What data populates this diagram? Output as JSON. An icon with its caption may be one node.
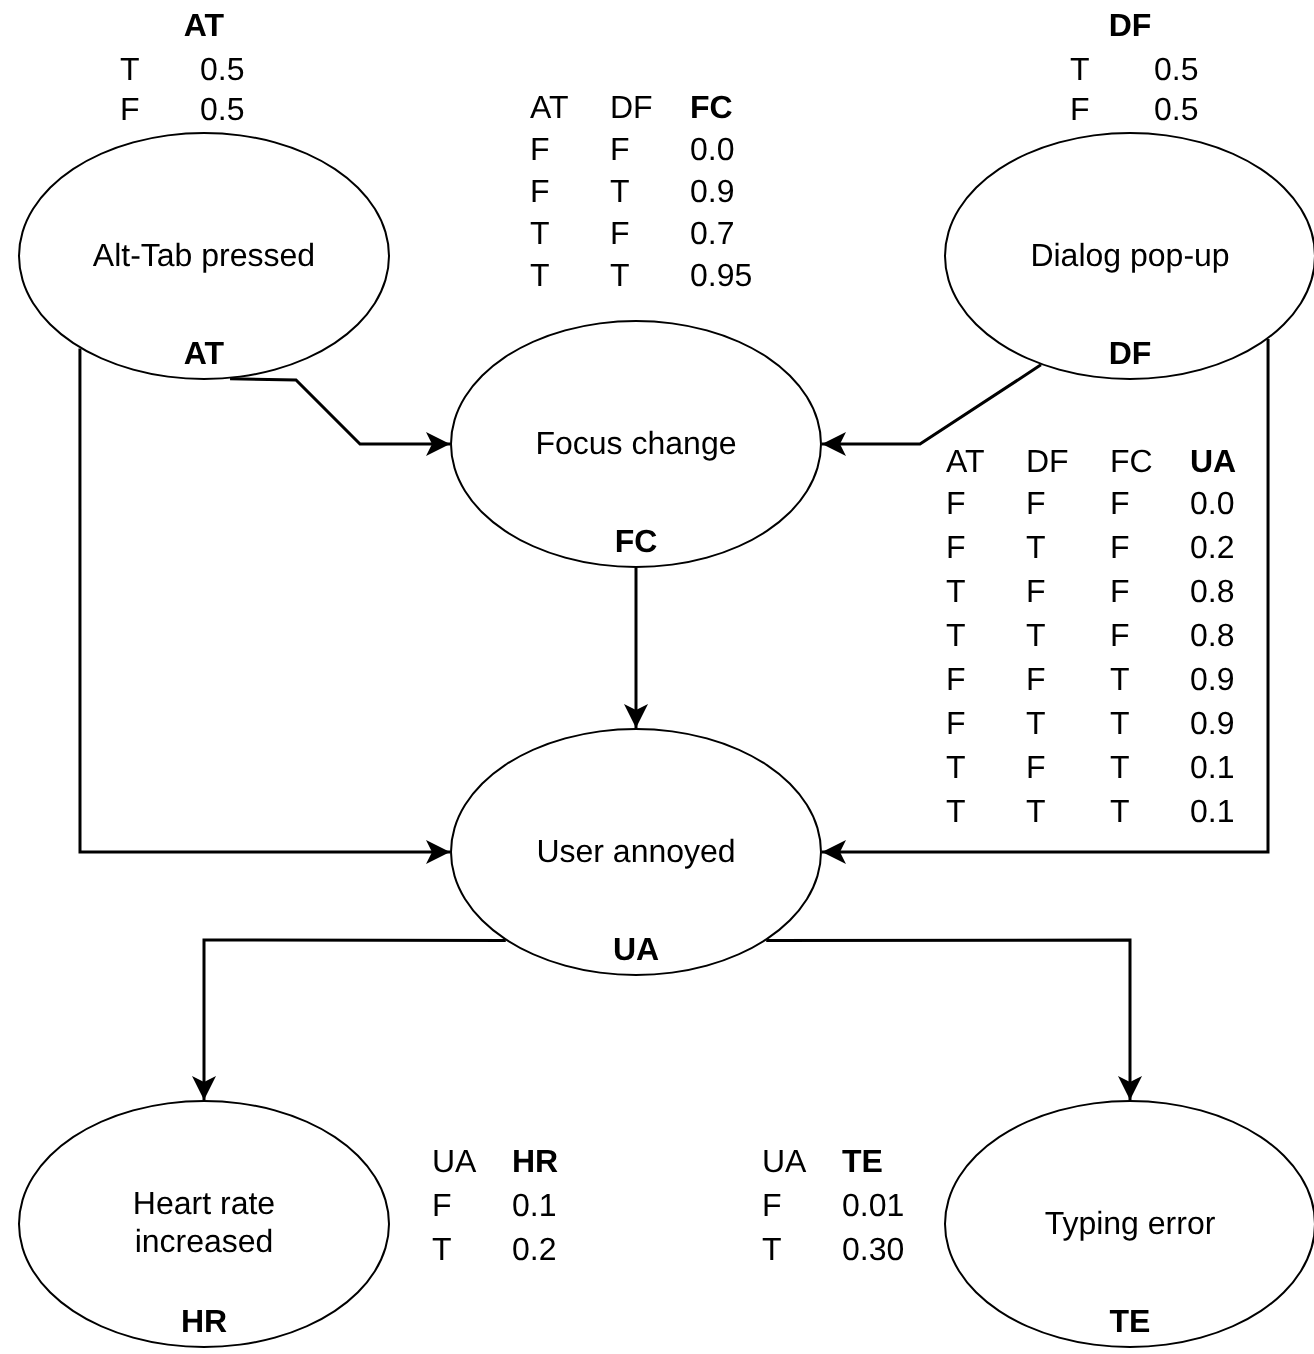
{
  "diagram": {
    "nodes": [
      {
        "text": [
          "Alt-Tab pressed",
          "AT"
        ]
      },
      {
        "text": [
          "Dialog pop-up",
          "DF"
        ]
      },
      {
        "text": [
          "Focus change",
          "FC"
        ]
      },
      {
        "text": [
          "User annoyed",
          "UA"
        ]
      },
      {
        "text": [
          "Heart rate increased",
          "HR"
        ]
      },
      {
        "text": [
          "Typing error",
          "TE"
        ]
      }
    ],
    "edges": [
      {
        "from": 0,
        "to": 2,
        "arrow": "to"
      },
      {
        "from": 1,
        "to": 2,
        "arrow": "to"
      },
      {
        "from": 2,
        "to": 3,
        "arrow": "to"
      },
      {
        "from": 0,
        "to": 3,
        "arrow": "to"
      },
      {
        "from": 1,
        "to": 3,
        "arrow": "to"
      },
      {
        "from": 3,
        "to": 4,
        "arrow": "to"
      },
      {
        "from": 3,
        "to": 5,
        "arrow": "to"
      }
    ],
    "labels": [
      "AT",
      "T",
      "0.5",
      "F",
      "0.5",
      "AT",
      "DF",
      "FC",
      "F",
      "F",
      "0.0",
      "F",
      "T",
      "0.9",
      "T",
      "F",
      "0.7",
      "T",
      "T",
      "0.95",
      "DF",
      "T",
      "0.5",
      "F",
      "0.5",
      "AT",
      "DF",
      "FC",
      "UA",
      "F",
      "F",
      "F",
      "0.0",
      "F",
      "T",
      "F",
      "0.2",
      "T",
      "F",
      "F",
      "0.8",
      "T",
      "T",
      "F",
      "0.8",
      "F",
      "F",
      "T",
      "0.9",
      "F",
      "T",
      "T",
      "0.9",
      "T",
      "F",
      "T",
      "0.1",
      "T",
      "T",
      "T",
      "0.1",
      "UA",
      "HR",
      "F",
      "0.1",
      "T",
      "0.2",
      "UA",
      "TE",
      "F",
      "0.01",
      "T",
      "0.30"
    ]
  }
}
